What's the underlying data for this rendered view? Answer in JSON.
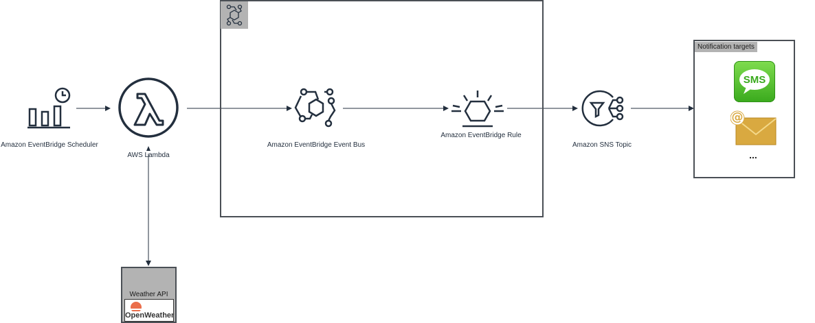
{
  "nodes": {
    "scheduler": {
      "label": "Amazon EventBridge Scheduler",
      "icon": "eventbridge-scheduler-icon"
    },
    "lambda": {
      "label": "AWS Lambda",
      "icon": "lambda-icon"
    },
    "event_bus": {
      "label": "Amazon EventBridge Event Bus",
      "icon": "eventbridge-event-bus-icon"
    },
    "rule": {
      "label": "Amazon EventBridge Rule",
      "icon": "eventbridge-rule-icon"
    },
    "sns": {
      "label": "Amazon SNS Topic",
      "icon": "sns-topic-icon"
    }
  },
  "groups": {
    "eventbridge": {
      "icon": "eventbridge-group-icon"
    },
    "notification_targets": {
      "title": "Notification targets",
      "sms_label": "SMS",
      "email_symbol": "@",
      "more": "..."
    },
    "weather_api": {
      "title": "Weather API",
      "logo_text": "OpenWeather"
    }
  },
  "colors": {
    "icon": "#232f3e",
    "border": "#4a4f55",
    "tag_bg": "#b3b3b3",
    "sms_green": "#4cc42a",
    "email_gold": "#d9a940",
    "openweather_orange": "#eb6e4b"
  }
}
